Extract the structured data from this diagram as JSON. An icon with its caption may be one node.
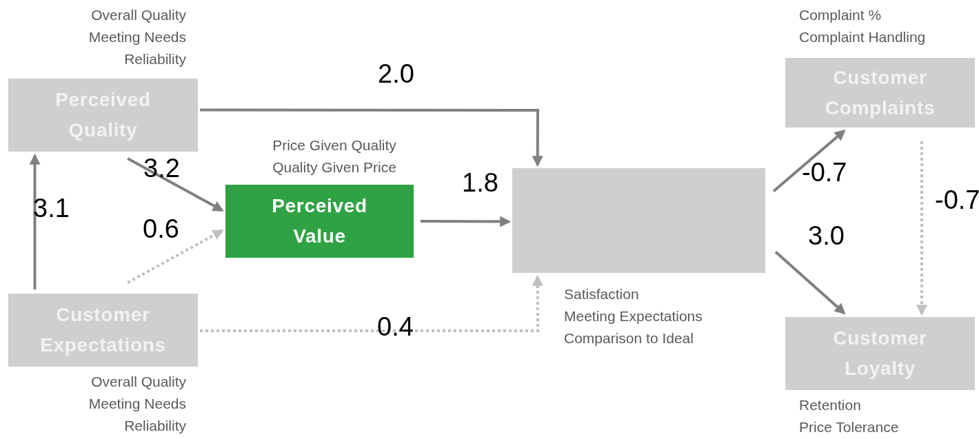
{
  "diagram": {
    "nodes": [
      {
        "text": [
          "Perceived Quality"
        ],
        "beside": [
          "Overall Quality",
          "Meeting Needs",
          "Reliability"
        ]
      },
      {
        "text": [
          "Perceived Value"
        ],
        "beside": [
          "Price Given Quality",
          "Quality Given Price"
        ]
      },
      {
        "text": [
          "Customer Expectations"
        ],
        "beside": [
          "Overall Quality",
          "Meeting Needs",
          "Reliability"
        ]
      },
      {
        "text": [],
        "shape": "box",
        "beside": [
          "Satisfaction",
          "Meeting Expectations",
          "Comparison to Ideal"
        ]
      },
      {
        "text": [
          "Customer Complaints"
        ],
        "beside": [
          "Complaint %",
          "Complaint Handling"
        ]
      },
      {
        "text": [
          "Customer Loyalty"
        ],
        "beside": [
          "Retention",
          "Price Tolerance"
        ]
      }
    ],
    "edges": [
      {
        "from": 2,
        "to": 0,
        "arrow": "to",
        "label": "3.1"
      },
      {
        "from": 0,
        "to": 1,
        "arrow": "to",
        "label": "3.2"
      },
      {
        "from": 2,
        "to": 1,
        "arrow": "to",
        "label": "0.6",
        "style": "dashed",
        "color": "#bfbfbf"
      },
      {
        "from": 0,
        "to": 3,
        "arrow": "to",
        "label": "2.0"
      },
      {
        "from": 1,
        "to": 3,
        "arrow": "to",
        "label": "1.8"
      },
      {
        "from": 2,
        "to": 3,
        "arrow": "to",
        "label": "0.4",
        "style": "dashed",
        "color": "#bfbfbf"
      },
      {
        "from": 3,
        "to": 4,
        "arrow": "to",
        "label": "-0.7"
      },
      {
        "from": 3,
        "to": 5,
        "arrow": "to",
        "label": "3.0"
      },
      {
        "from": 4,
        "to": 5,
        "arrow": "to",
        "label": "-0.7",
        "style": "dashed",
        "color": "#bfbfbf"
      }
    ]
  }
}
